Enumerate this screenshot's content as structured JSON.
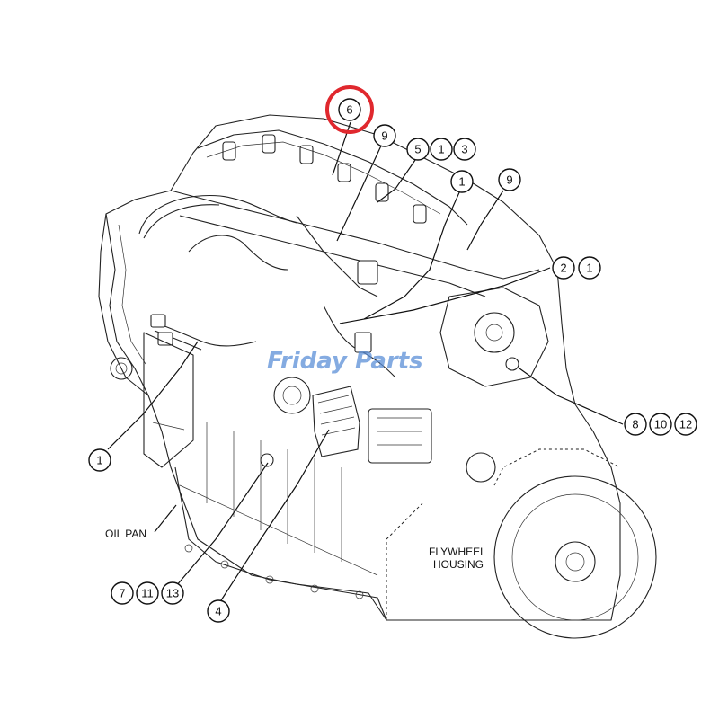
{
  "labels": {
    "oil_pan": "OIL PAN",
    "flywheel_line1": "FLYWHEEL",
    "flywheel_line2": "HOUSING"
  },
  "watermark": "Friday Parts",
  "highlight_color": "#e0282e",
  "watermark_color": "#5b8fd8",
  "callout_groups": [
    {
      "id": "c6-highlight",
      "numbers": [
        "6"
      ]
    },
    {
      "id": "c9-top",
      "numbers": [
        "9"
      ]
    },
    {
      "id": "c5-1-3",
      "numbers": [
        "5",
        "1",
        "3"
      ]
    },
    {
      "id": "c1-upper",
      "numbers": [
        "1"
      ]
    },
    {
      "id": "c9-right",
      "numbers": [
        "9"
      ]
    },
    {
      "id": "c2-1",
      "numbers": [
        "2",
        "1"
      ]
    },
    {
      "id": "c8-10-12",
      "numbers": [
        "8",
        "10",
        "12"
      ]
    },
    {
      "id": "c1-left",
      "numbers": [
        "1"
      ]
    },
    {
      "id": "c7-11-13",
      "numbers": [
        "7",
        "11",
        "13"
      ]
    },
    {
      "id": "c4",
      "numbers": [
        "4"
      ]
    }
  ]
}
